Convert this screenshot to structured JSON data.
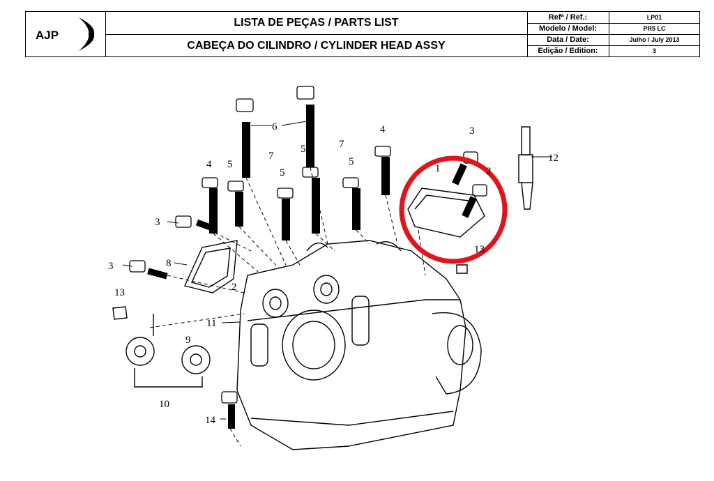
{
  "header": {
    "logo_text": "AJP",
    "title": "LISTA DE PEÇAS / PARTS LIST",
    "subtitle": "CABEÇA DO CILINDRO / CYLINDER HEAD ASSY",
    "meta": [
      {
        "label": "Refª / Ref.:",
        "value": "LP01"
      },
      {
        "label": "Modelo / Model:",
        "value": "PR5 LC"
      },
      {
        "label": "Data / Date:",
        "value": "Julho / July 2013"
      },
      {
        "label": "Edição / Edition:",
        "value": "3"
      }
    ]
  },
  "callouts": [
    "1",
    "2",
    "3",
    "3",
    "3",
    "4",
    "4",
    "5",
    "5",
    "5",
    "5",
    "6",
    "7",
    "7",
    "8",
    "9",
    "10",
    "11",
    "12",
    "13",
    "13",
    "14",
    "2"
  ],
  "highlight": {
    "color": "#e0141b"
  }
}
